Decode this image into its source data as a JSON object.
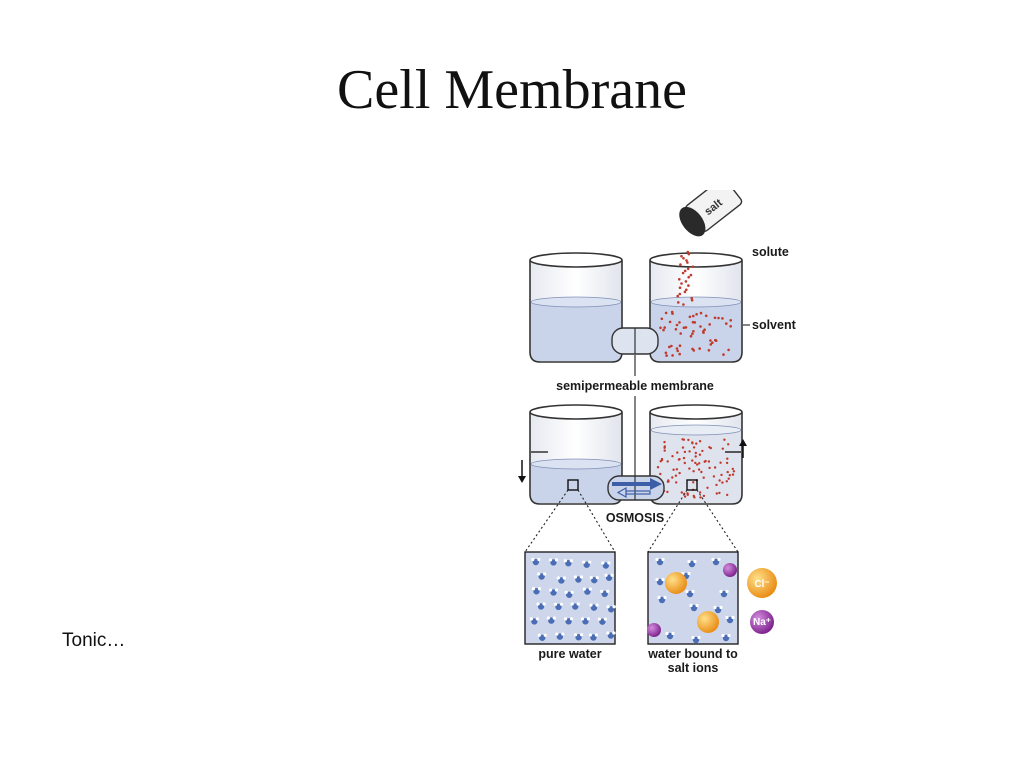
{
  "slide": {
    "title": "Cell Membrane",
    "body_text": "Tonic…"
  },
  "diagram": {
    "labels": {
      "salt": "salt",
      "solute": "solute",
      "solvent": "solvent",
      "membrane": "semipermeable membrane",
      "osmosis": "OSMOSIS",
      "pure_water": "pure water",
      "bound_line1": "water bound to",
      "bound_line2": "salt ions",
      "chloride": "Cl⁻",
      "sodium": "Na⁺"
    },
    "colors": {
      "water": "#c9d4ea",
      "water_dark": "#aebbd9",
      "salt_dot": "#c0392b",
      "chloride": "#f0a020",
      "sodium": "#9b3aa5",
      "molecule": "#4a6db5",
      "arrow": "#3d5fa8",
      "glass": "#f2f4f8",
      "outline": "#333333"
    }
  }
}
